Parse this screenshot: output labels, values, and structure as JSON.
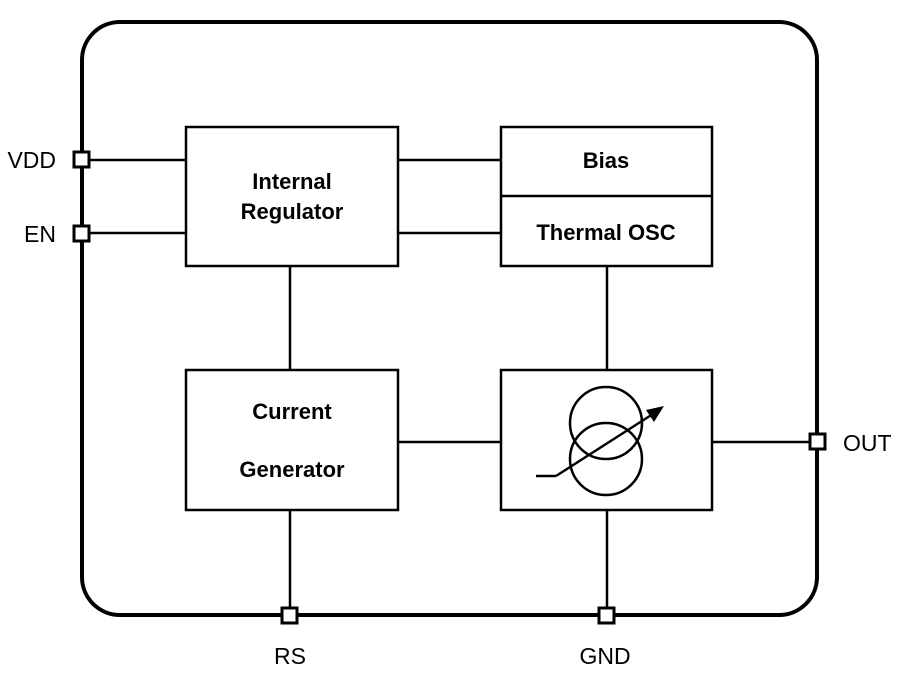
{
  "pins": {
    "vdd": "VDD",
    "en": "EN",
    "out": "OUT",
    "rs": "RS",
    "gnd": "GND"
  },
  "blocks": {
    "internal_regulator": {
      "line1": "Internal",
      "line2": "Regulator"
    },
    "bias": "Bias",
    "thermal_osc": "Thermal OSC",
    "current_generator": {
      "line1": "Current",
      "line2": "Generator"
    },
    "current_source_symbol": "variable-current-source-icon"
  },
  "colors": {
    "stroke": "#000000",
    "background": "#ffffff"
  }
}
